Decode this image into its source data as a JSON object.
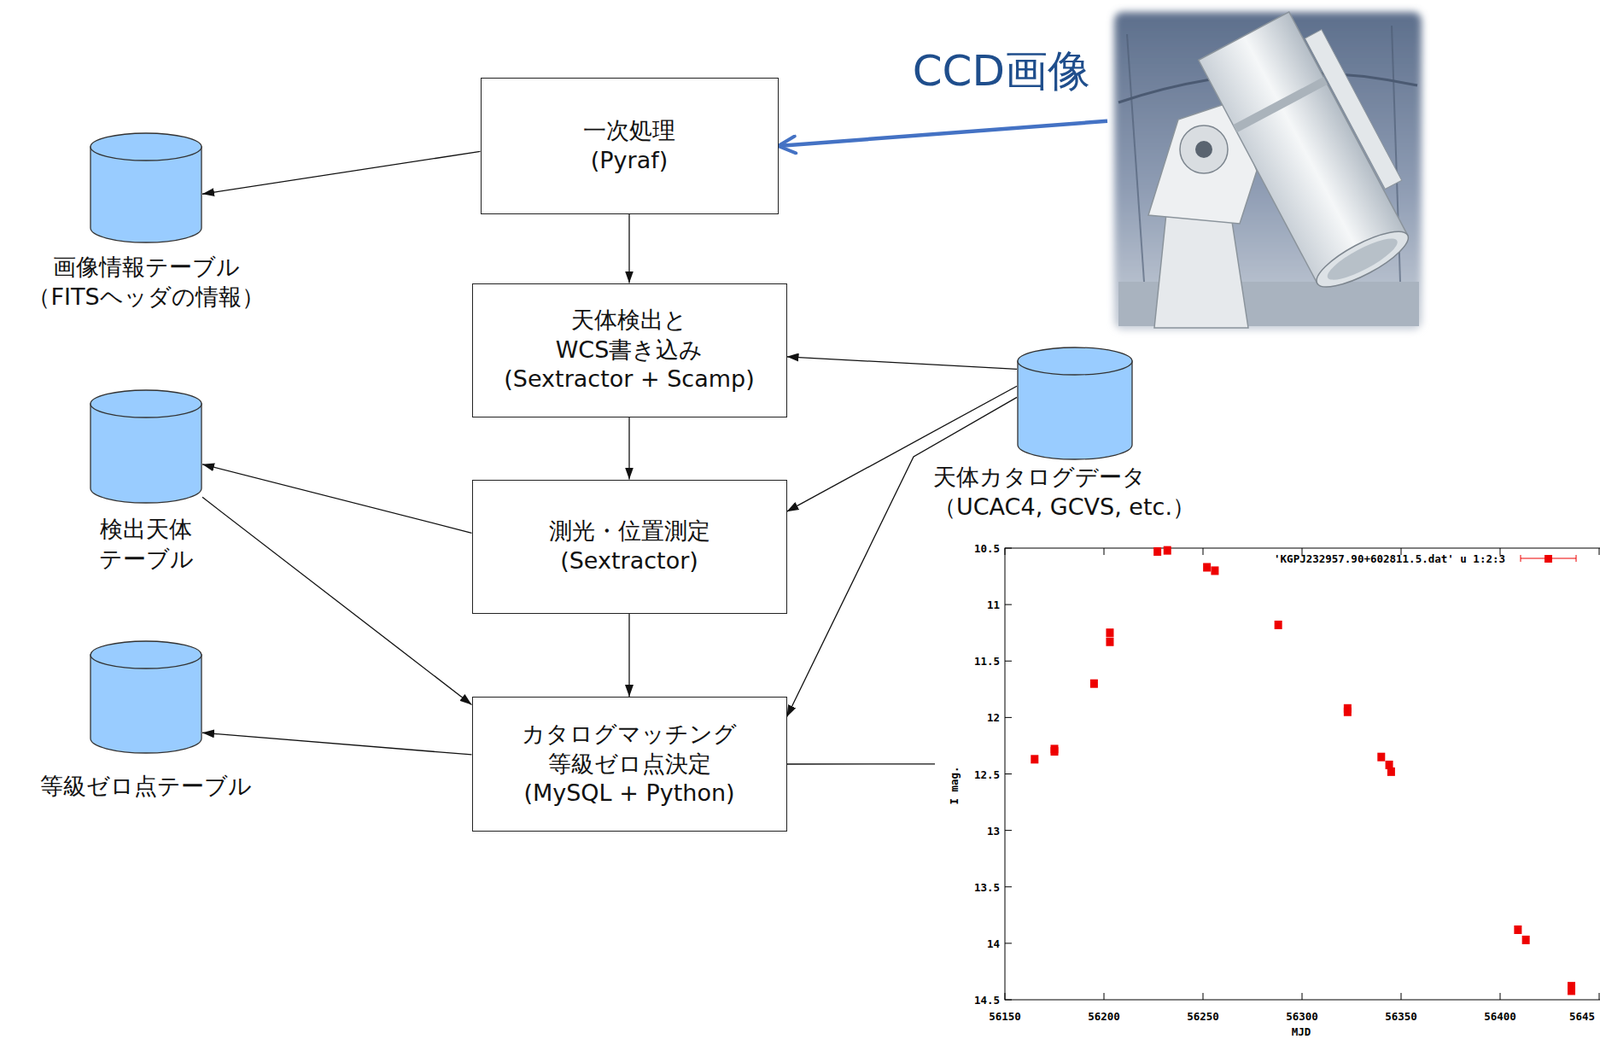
{
  "diagram": {
    "nodes": [
      {
        "text": [
          "CCD画像"
        ]
      },
      {
        "text": [
          "一次処理",
          "(Pyraf)"
        ]
      },
      {
        "text": [
          "画像情報テーブル",
          "（FITSヘッダの情報）"
        ]
      },
      {
        "text": [
          "天体検出と WCS書き込み",
          "(Sextractor + Scamp)"
        ]
      },
      {
        "text": [
          "天体カタログデータ",
          "（UCAC4, GCVS, etc.）"
        ]
      },
      {
        "text": [
          "測光・位置測定",
          "(Sextractor)"
        ]
      },
      {
        "text": [
          "検出天体 テーブル"
        ]
      },
      {
        "text": [
          "カタログマッチング 等級ゼロ点決定",
          "(MySQL + Python)"
        ]
      },
      {
        "text": [
          "等級ゼロ点テーブル"
        ]
      },
      {
        "text": [
          "'KGPJ232957.90+602811.5.dat' u 1:2:3"
        ]
      }
    ],
    "edges": [
      {
        "from": 0,
        "to": 1,
        "arrow": "to"
      },
      {
        "from": 1,
        "to": 2,
        "arrow": "to"
      },
      {
        "from": 1,
        "to": 3,
        "arrow": "to"
      },
      {
        "from": 4,
        "to": 3,
        "arrow": "to"
      },
      {
        "from": 3,
        "to": 5,
        "arrow": "to"
      },
      {
        "from": 4,
        "to": 5,
        "arrow": "to"
      },
      {
        "from": 5,
        "to": 6,
        "arrow": "to"
      },
      {
        "from": 5,
        "to": 7,
        "arrow": "to"
      },
      {
        "from": 6,
        "to": 7,
        "arrow": "to"
      },
      {
        "from": 4,
        "to": 7,
        "arrow": "to"
      },
      {
        "from": 7,
        "to": 8,
        "arrow": "to"
      },
      {
        "from": 7,
        "to": 9,
        "arrow": "none"
      }
    ],
    "labels": [
      "10.5",
      "11",
      "11.5",
      "12",
      "12.5",
      "13",
      "13.5",
      "14",
      "14.5",
      "I mag.",
      "56150",
      "56200",
      "56250",
      "56300",
      "56350",
      "56400",
      "5645",
      "MJD"
    ]
  }
}
